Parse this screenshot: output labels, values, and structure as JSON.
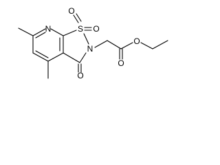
{
  "molecule": {
    "atoms": {
      "nitrogen_ring": "N",
      "sulfur": "S",
      "oxygen_sulfonyl_left": "O",
      "oxygen_sulfonyl_right": "O",
      "nitrogen_sultam": "N",
      "oxygen_carbonyl_ring": "O",
      "oxygen_ester_carbonyl": "O",
      "oxygen_ester_ether": "O"
    }
  }
}
